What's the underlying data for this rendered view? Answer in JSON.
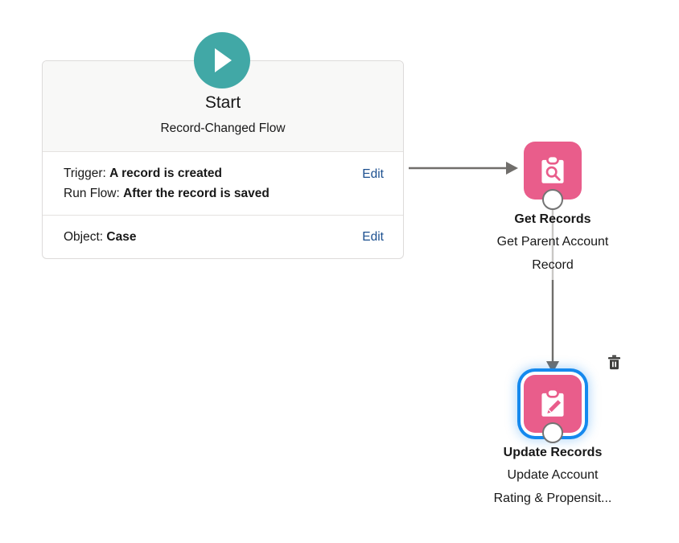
{
  "canvas": {
    "background": "#ffffff"
  },
  "start_element": {
    "name": "start-element",
    "badge_icon": "play-icon",
    "badge_color": "#41a8a6",
    "title": "Start",
    "subtitle": "Record-Changed Flow",
    "rows": [
      {
        "lines": [
          {
            "label": "Trigger: ",
            "value": "A record is created"
          },
          {
            "label": "Run Flow: ",
            "value": "After the record is saved"
          }
        ],
        "edit_label": "Edit"
      },
      {
        "lines": [
          {
            "label": "Object: ",
            "value": "Case"
          }
        ],
        "edit_label": "Edit"
      }
    ]
  },
  "nodes": [
    {
      "id": "get-records",
      "icon": "clipboard-search-icon",
      "icon_color": "#e95d8b",
      "label": "Get Records",
      "description_line1": "Get Parent Account",
      "description_line2": "Record",
      "selected": false
    },
    {
      "id": "update-records",
      "icon": "clipboard-pencil-icon",
      "icon_color": "#e95d8b",
      "label": "Update Records",
      "description_line1": "Update Account",
      "description_line2": "Rating & Propensit...",
      "selected": true,
      "selection_color": "#1589ee",
      "delete_icon": "trash-icon"
    }
  ],
  "connectors": [
    {
      "id": "start-to-get-records",
      "type": "horizontal-arrow",
      "color": "#706e6b"
    },
    {
      "id": "get-records-to-update-records",
      "type": "vertical-arrow",
      "color": "#706e6b"
    }
  ]
}
